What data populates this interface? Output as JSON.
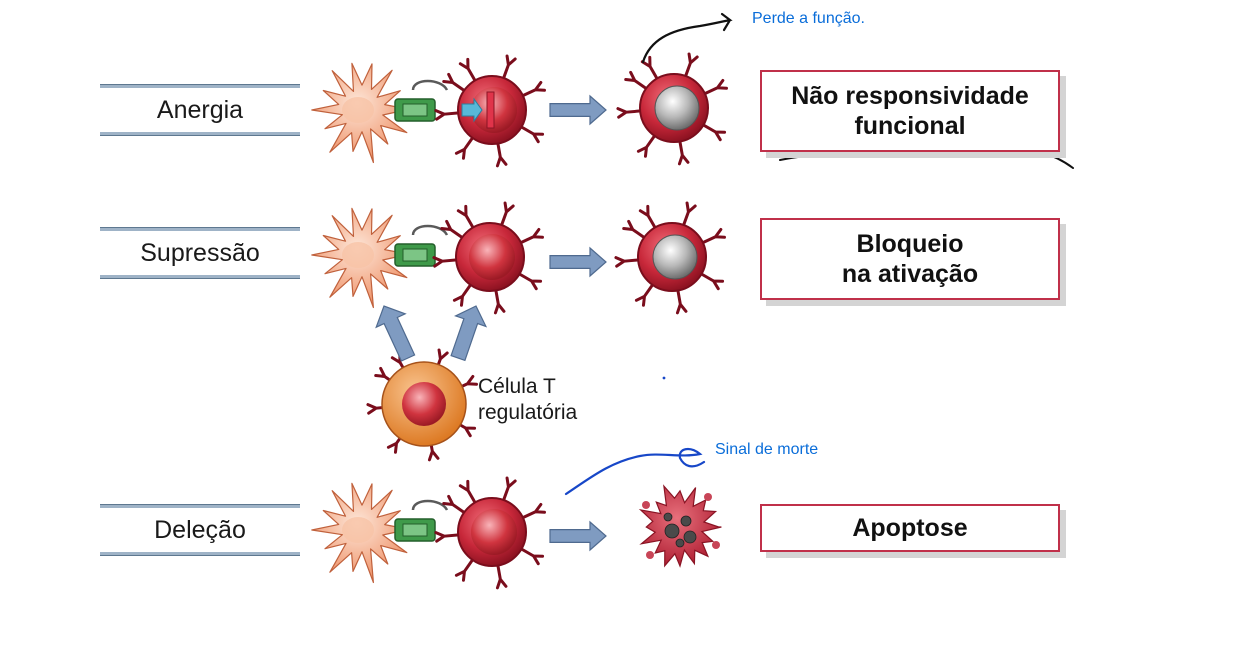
{
  "rows": [
    {
      "label": "Anergia",
      "outcome": [
        "Não responsividade",
        "funcional"
      ]
    },
    {
      "label": "Supressão",
      "outcome": [
        "Bloqueio",
        "na ativação"
      ]
    },
    {
      "label": "Deleção",
      "outcome": [
        "Apoptose"
      ]
    }
  ],
  "treg": {
    "line1": "Célula T",
    "line2": "regulatória"
  },
  "annotations": {
    "note_1": "Perde a função.",
    "note_2": "Sinal de morte"
  },
  "colors": {
    "apc_fill": "#f2a17e",
    "t_cell_fill": "#c8283a",
    "t_cell_outline": "#7a0d1c",
    "inactive_nucleus": "#b0b0b0",
    "treg_fill": "#ea8a2e",
    "receptor_green": "#3f9a4a",
    "arrow_blue": "#7f9bc1",
    "box_border": "#c0304a",
    "annotation_blue": "#0a6dd9"
  }
}
